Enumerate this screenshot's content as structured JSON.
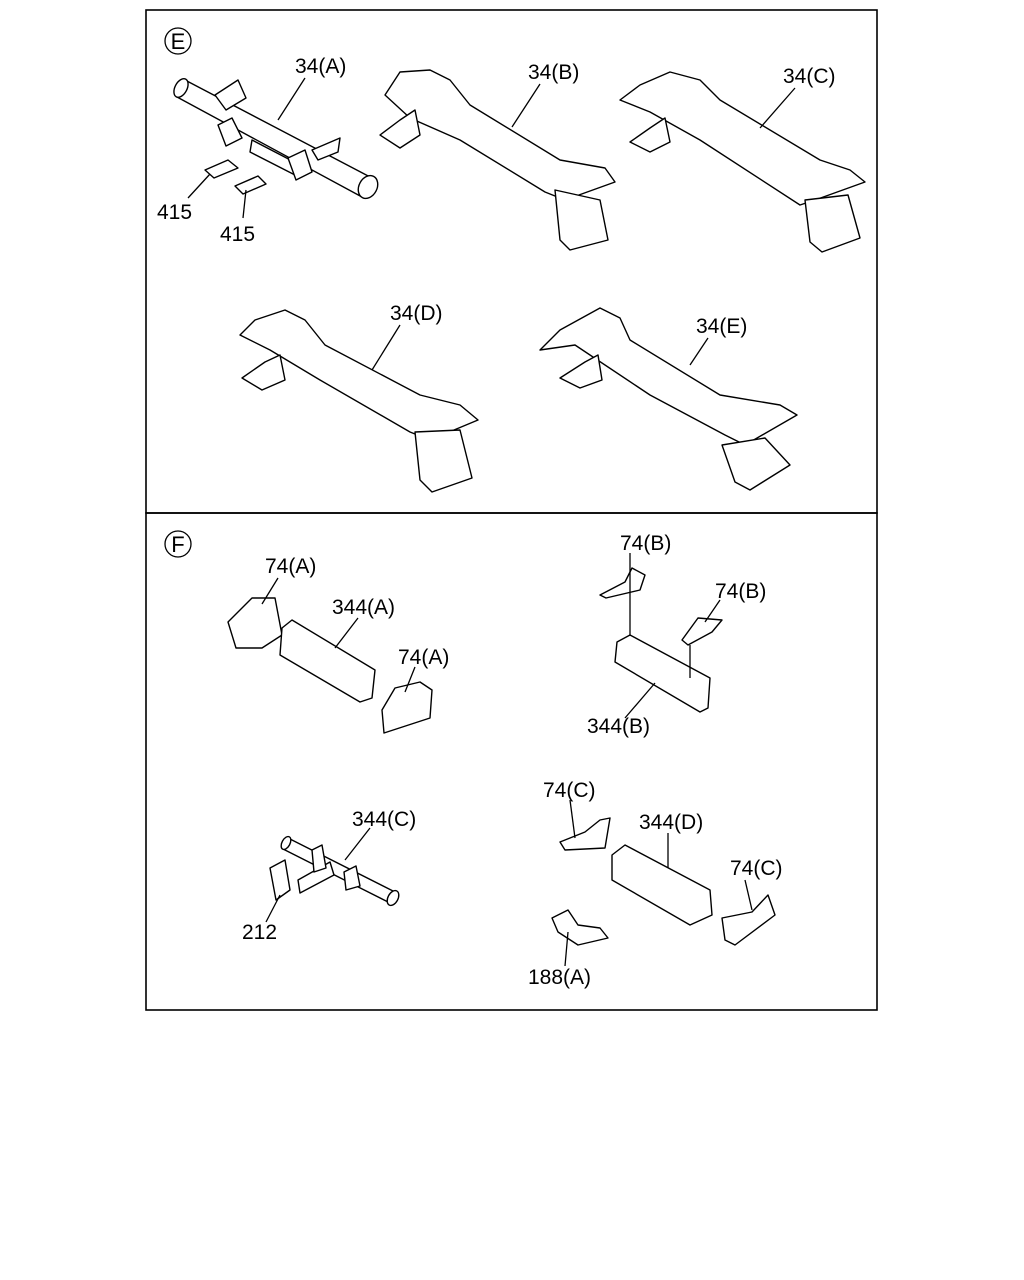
{
  "sections": [
    {
      "marker": "E",
      "labels": [
        "34(A)",
        "34(B)",
        "34(C)",
        "34(D)",
        "34(E)",
        "415",
        "415"
      ]
    },
    {
      "marker": "F",
      "labels": [
        "74(A)",
        "344(A)",
        "74(A)",
        "74(B)",
        "74(B)",
        "344(B)",
        "344(C)",
        "212",
        "74(C)",
        "344(D)",
        "74(C)",
        "188(A)"
      ]
    }
  ]
}
